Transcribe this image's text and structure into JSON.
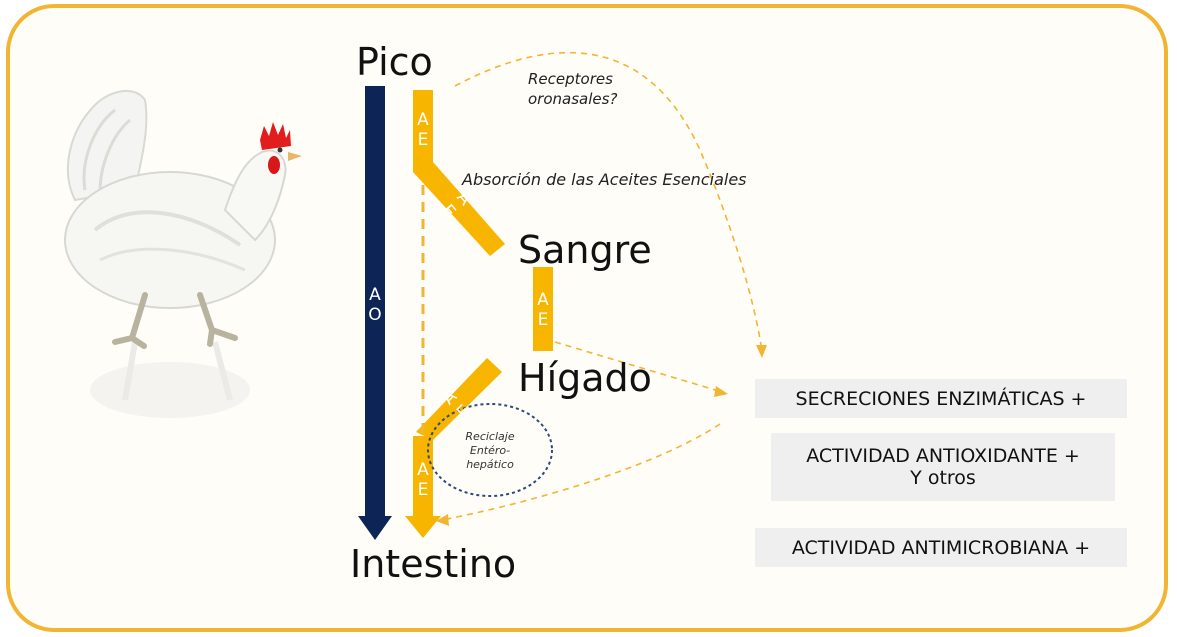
{
  "nodes": {
    "pico": "Pico",
    "sangre": "Sangre",
    "higado": "Hígado",
    "intestino": "Intestino"
  },
  "annotations": {
    "receptores": "Receptores",
    "oronasales": "oronasales?",
    "absorcion": "Absorción de las Aceites Esenciales",
    "reciclaje_1": "Reciclaje",
    "reciclaje_2": "Entéro-",
    "reciclaje_3": "hepático"
  },
  "pathway_labels": {
    "ao": [
      "A",
      "O"
    ],
    "ae": [
      "A",
      "E"
    ]
  },
  "effects": {
    "secreciones": "SECRECIONES ENZIMÁTICAS +",
    "antioxidante_1": "ACTIVIDAD ANTIOXIDANTE +",
    "antioxidante_2": "Y otros",
    "antimicrobiana": "ACTIVIDAD ANTIMICROBIANA +"
  },
  "colors": {
    "frame": "#f2b533",
    "ao_arrow": "#0d2457",
    "ae_arrow": "#f7b500",
    "dashed": "#f2b533",
    "reciclaje_circle": "#2f4a7a",
    "box_bg": "#efefef"
  },
  "icons": {
    "chicken": "white-hen-illustration"
  }
}
